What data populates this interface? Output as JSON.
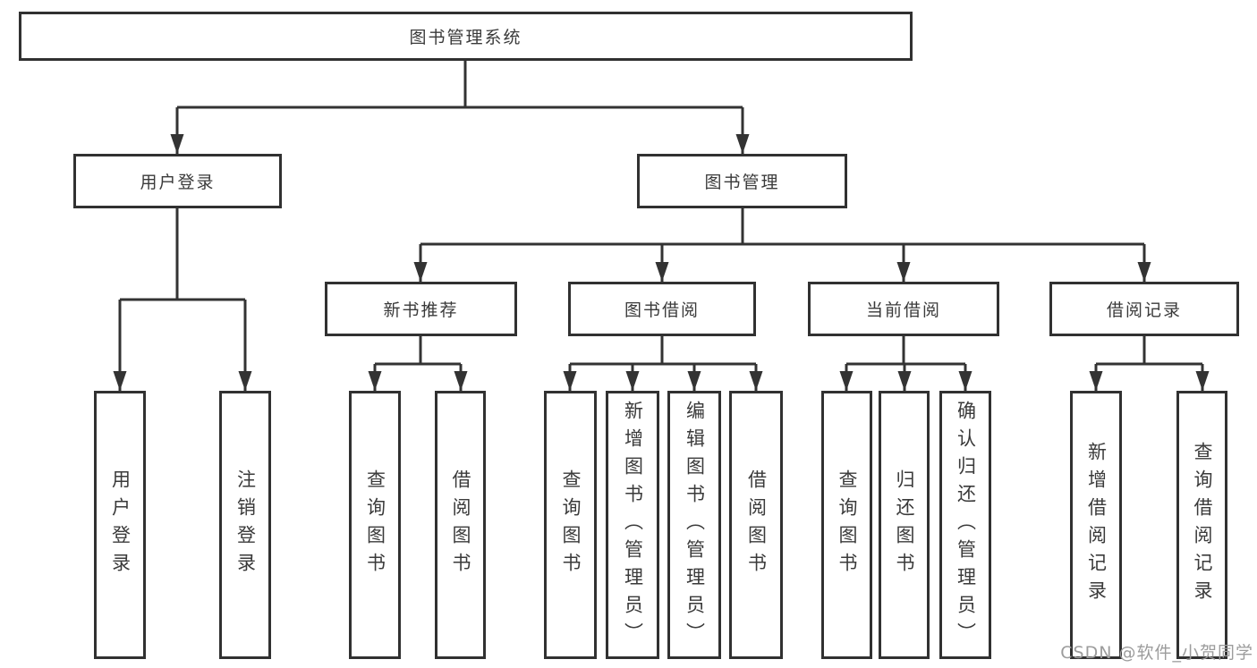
{
  "diagram": {
    "type": "hierarchy-flowchart",
    "colors": {
      "line": "#333333",
      "box_border": "#313131",
      "text": "#3a3a3a",
      "background": "#ffffff",
      "watermark": "#9c9c9c"
    },
    "tree": {
      "label": "图书管理系统",
      "children": [
        {
          "label": "用户登录",
          "children": [
            {
              "label": "用户登录"
            },
            {
              "label": "注销登录"
            }
          ]
        },
        {
          "label": "图书管理",
          "children": [
            {
              "label": "新书推荐",
              "children": [
                {
                  "label": "查询图书"
                },
                {
                  "label": "借阅图书"
                }
              ]
            },
            {
              "label": "图书借阅",
              "children": [
                {
                  "label": "查询图书"
                },
                {
                  "label": "新增图书（管理员）"
                },
                {
                  "label": "编辑图书（管理员）"
                },
                {
                  "label": "借阅图书"
                }
              ]
            },
            {
              "label": "当前借阅",
              "children": [
                {
                  "label": "查询图书"
                },
                {
                  "label": "归还图书"
                },
                {
                  "label": "确认归还（管理员）"
                }
              ]
            },
            {
              "label": "借阅记录",
              "children": [
                {
                  "label": "新增借阅记录"
                },
                {
                  "label": "查询借阅记录"
                }
              ]
            }
          ]
        }
      ]
    },
    "watermark": {
      "text": "CSDN @软件_小贺同学"
    }
  }
}
